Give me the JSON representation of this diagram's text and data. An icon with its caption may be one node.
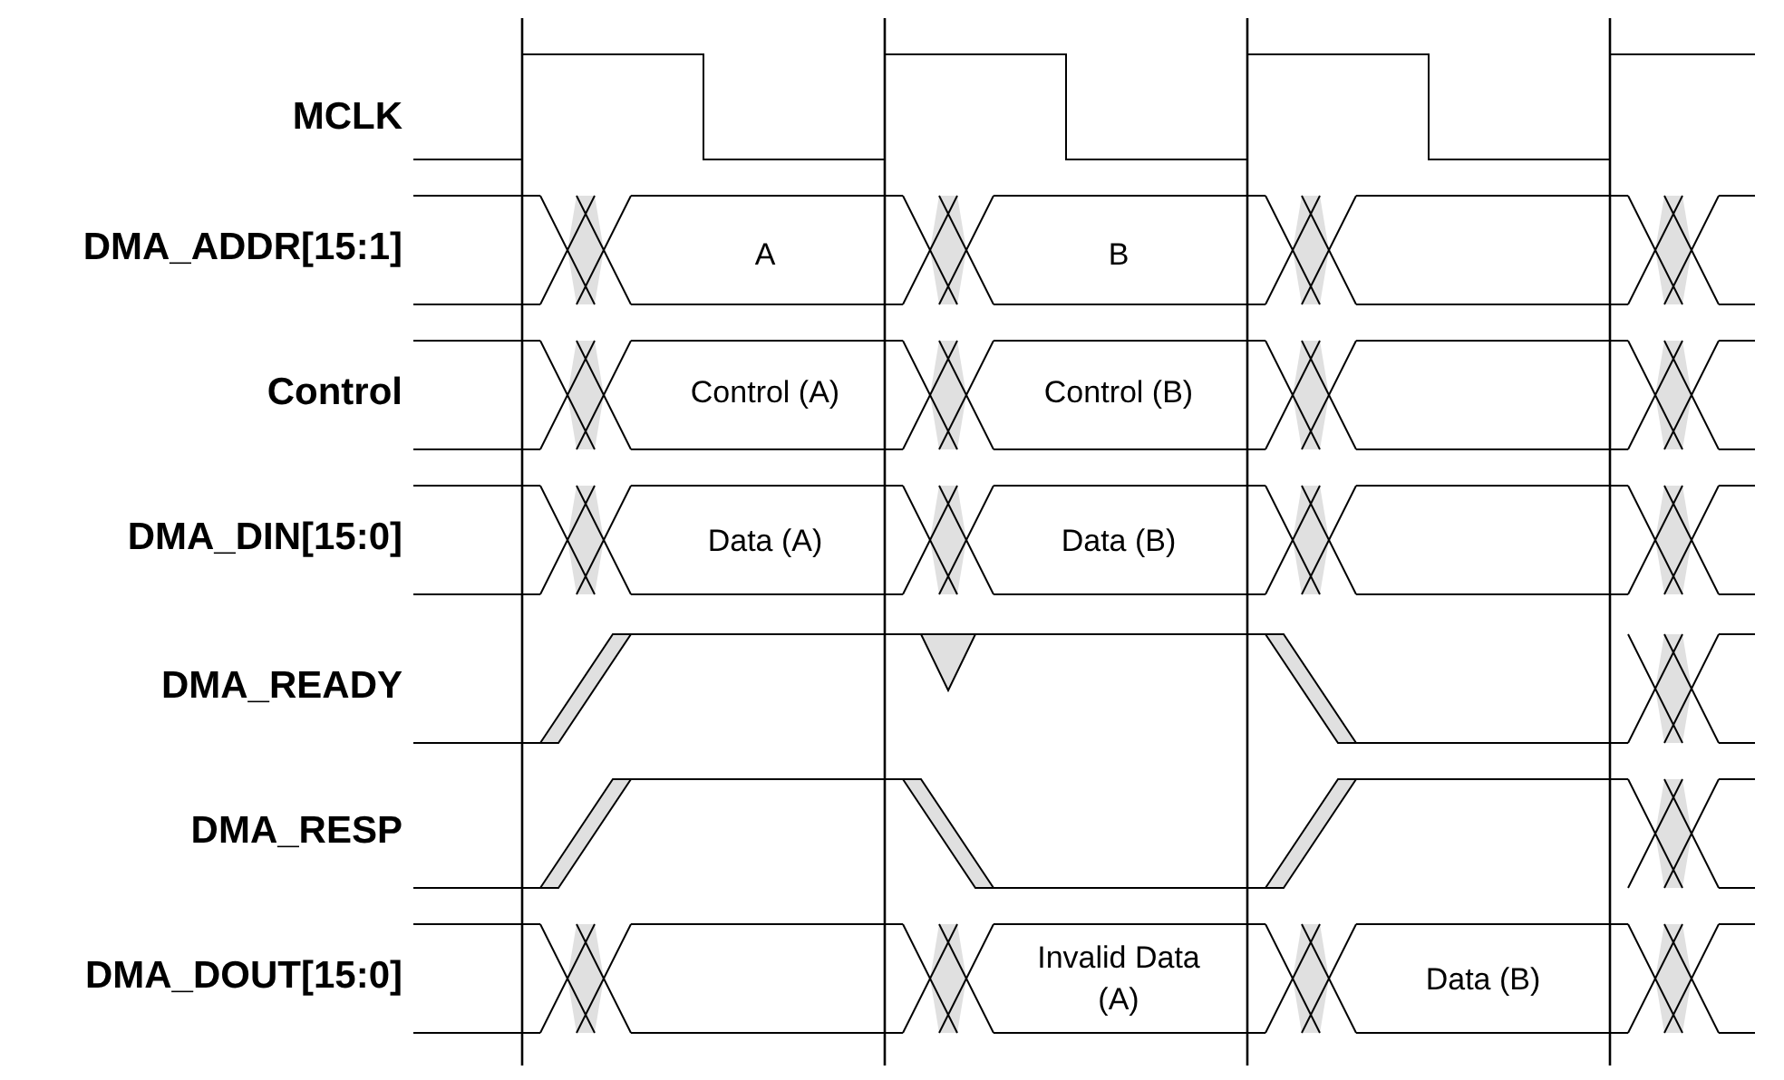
{
  "diagram": {
    "labels": [
      "MCLK",
      "DMA_ADDR[15:1]",
      "A",
      "B",
      "Control",
      "Control (A)",
      "Control (B)",
      "DMA_DIN[15:0]",
      "Data (A)",
      "Data (B)",
      "DMA_READY",
      "DMA_RESP",
      "DMA_DOUT[15:0]",
      "Invalid Data (A)",
      "Data (B)"
    ]
  }
}
